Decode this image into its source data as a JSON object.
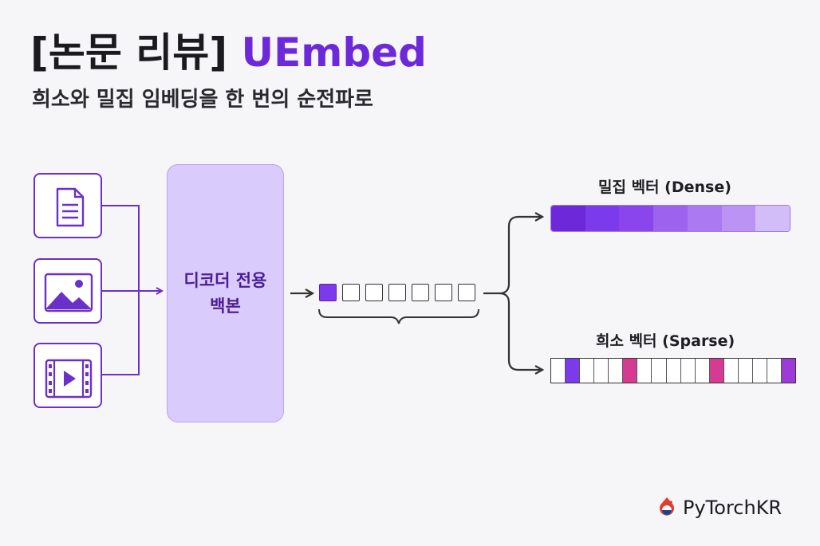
{
  "header": {
    "title_prefix": "[논문 리뷰]",
    "title_accent": "UEmbed",
    "subtitle": "희소와 밀집 임베딩을 한 번의 순전파로"
  },
  "inputs": [
    {
      "icon": "document-icon"
    },
    {
      "icon": "image-icon"
    },
    {
      "icon": "video-icon"
    }
  ],
  "backbone": {
    "line1": "디코더 전용",
    "line2": "백본"
  },
  "tokens": {
    "count": 7,
    "highlighted": 1
  },
  "outputs": {
    "dense": {
      "label": "밀집 벡터 (Dense)",
      "colors": [
        "#6d28d9",
        "#7c3aed",
        "#8b45ec",
        "#9d63ee",
        "#ab7af2",
        "#ba93f5",
        "#d3bdf9"
      ]
    },
    "sparse": {
      "label": "희소 벡터 (Sparse)",
      "cells": 17,
      "active": [
        {
          "index": 1,
          "color": "#7c3aed"
        },
        {
          "index": 5,
          "color": "#d63b93"
        },
        {
          "index": 11,
          "color": "#d63b93"
        },
        {
          "index": 16,
          "color": "#9d3bd6"
        }
      ]
    }
  },
  "brand": {
    "name": "PyTorchKR"
  },
  "colors": {
    "accent": "#6d28d9",
    "line": "#6b30c9",
    "connector": "#333333"
  }
}
